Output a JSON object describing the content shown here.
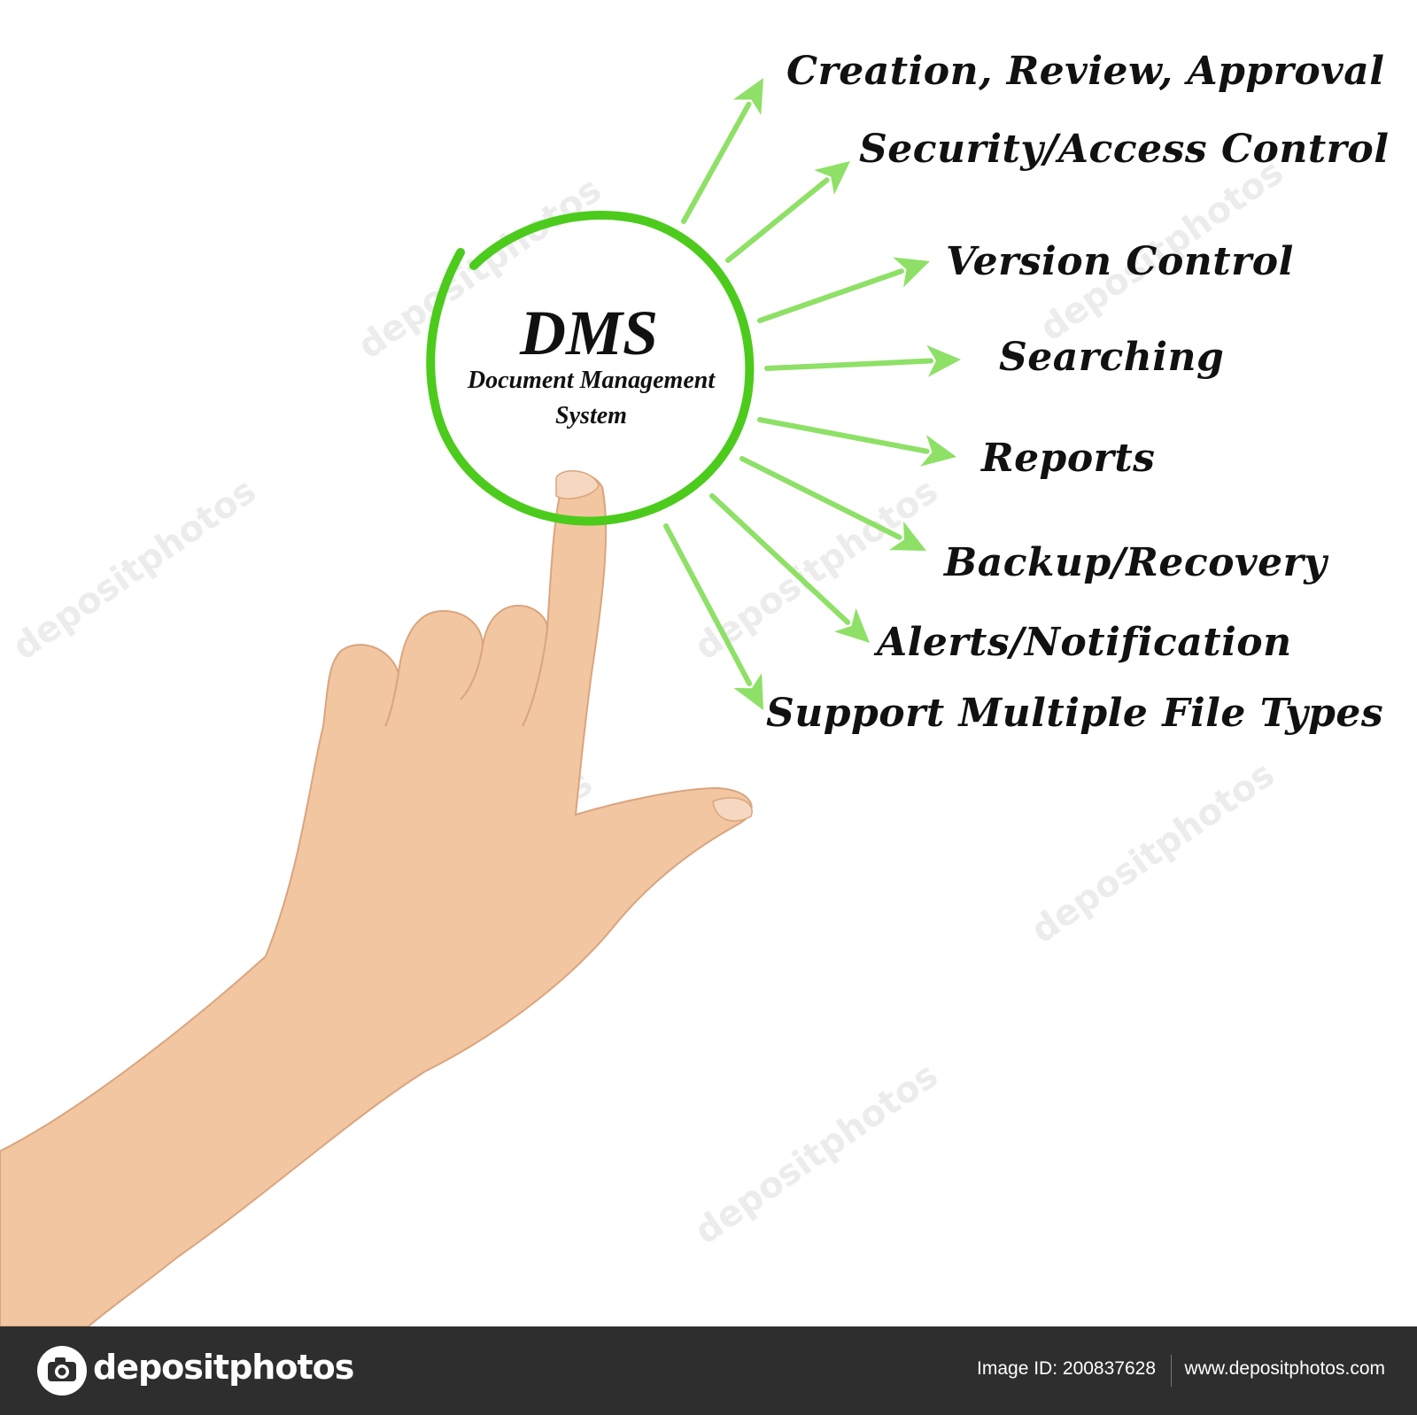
{
  "diagram": {
    "center": {
      "title": "DMS",
      "subtitle_line1": "Document Management",
      "subtitle_line2": "System"
    },
    "features": [
      "Creation, Review, Approval",
      "Security/Access Control",
      "Version Control",
      "Searching",
      "Reports",
      "Backup/Recovery",
      "Alerts/Notification",
      "Support Multiple File Types"
    ],
    "colors": {
      "circle": "#4ccb1c",
      "arrow": "#8ee067",
      "text": "#111111",
      "skin": "#f2c6a0"
    }
  },
  "watermark": "depositphotos",
  "footer": {
    "brand": "depositphotos",
    "image_id": "Image ID: 200837628",
    "url": "www.depositphotos.com"
  }
}
